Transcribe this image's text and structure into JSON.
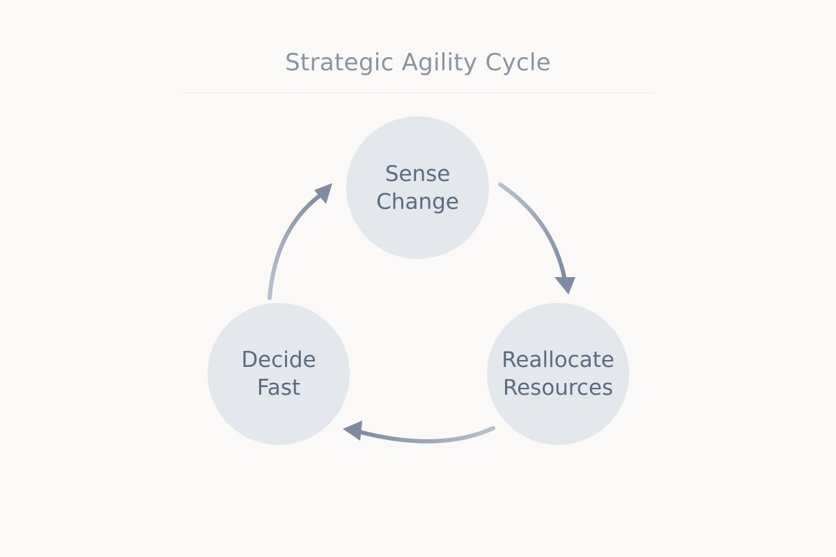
{
  "diagram": {
    "title": "Strategic Agility Cycle",
    "nodes": [
      {
        "id": "sense",
        "lines": [
          "Sense",
          "Change"
        ]
      },
      {
        "id": "reallocate",
        "lines": [
          "Reallocate",
          "Resources"
        ]
      },
      {
        "id": "decide",
        "lines": [
          "Decide",
          "Fast"
        ]
      }
    ],
    "edges": [
      {
        "from": "sense",
        "to": "reallocate"
      },
      {
        "from": "reallocate",
        "to": "decide"
      },
      {
        "from": "decide",
        "to": "sense"
      }
    ],
    "colors": {
      "background": "#faf9f7",
      "node_fill": "#e4e7ec",
      "node_text": "#5d6b80",
      "title_text": "#8a94a3",
      "arrow": "#8793a6"
    }
  }
}
